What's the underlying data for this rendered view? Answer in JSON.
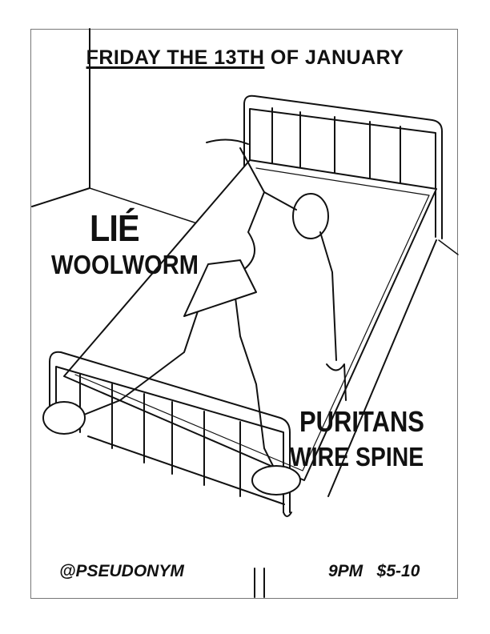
{
  "poster": {
    "date_underlined": "FRIDAY THE 13TH",
    "date_rest": " OF JANUARY",
    "bands": [
      "LIÉ",
      "WOOLWORM",
      "PURITANS",
      "WIRE SPINE"
    ],
    "venue": "@PSEUDONYM",
    "time_price": "9PM   $5-10"
  }
}
